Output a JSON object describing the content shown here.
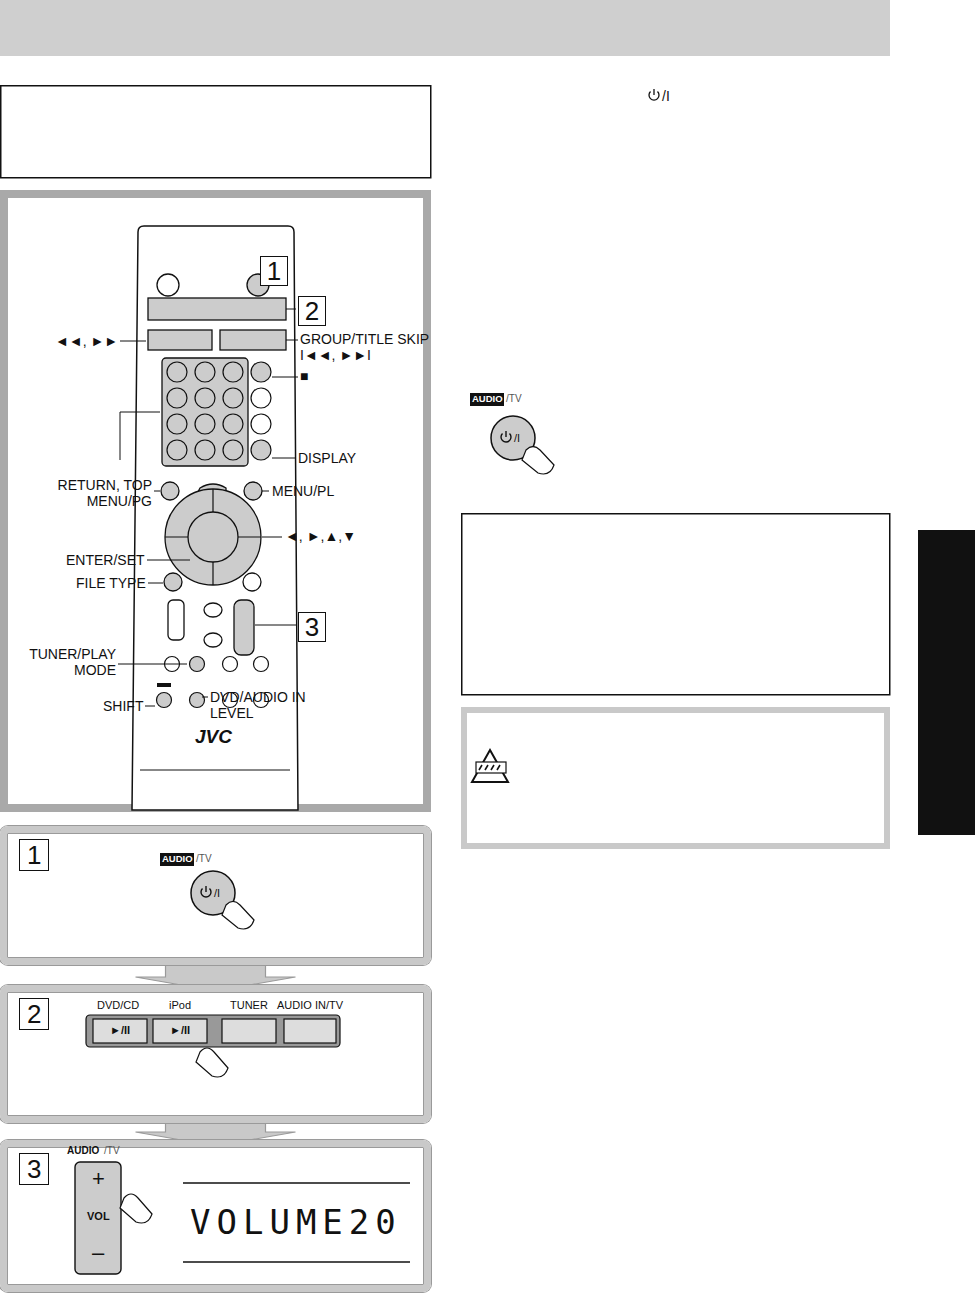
{
  "diagram": {
    "nodes": [
      {
        "text": [
          "1"
        ]
      },
      {
        "text": [
          "2"
        ]
      },
      {
        "text": [
          "3"
        ]
      },
      {
        "text": [
          "1"
        ]
      },
      {
        "text": [
          "2"
        ]
      },
      {
        "text": [
          "3"
        ]
      }
    ],
    "edges": [
      {
        "from": 3,
        "to": 4,
        "arrow": "to"
      },
      {
        "from": 4,
        "to": 5,
        "arrow": "to"
      }
    ],
    "labels": [
      "◄◄, ►►",
      "GROUP/TITLE SKIP",
      "I◄◄, ►►I",
      "■",
      "DISPLAY",
      "RETURN, TOP MENU/PG",
      "MENU/PL",
      "◄, ►,▲,▼",
      "ENTER/SET",
      "FILE TYPE",
      "TUNER/PLAY MODE",
      "SHIFT",
      "DVD/AUDIO IN LEVEL",
      "JVC",
      "AUDIO",
      "/TV",
      "/I",
      "DVD/CD",
      "iPod",
      "TUNER",
      "AUDIO IN/TV",
      "►/II",
      "►/II",
      "AUDIO",
      "/TV",
      "+",
      "VOL",
      "–",
      "VOLUME20",
      "/I",
      "AUDIO",
      "/TV",
      "/I"
    ]
  }
}
